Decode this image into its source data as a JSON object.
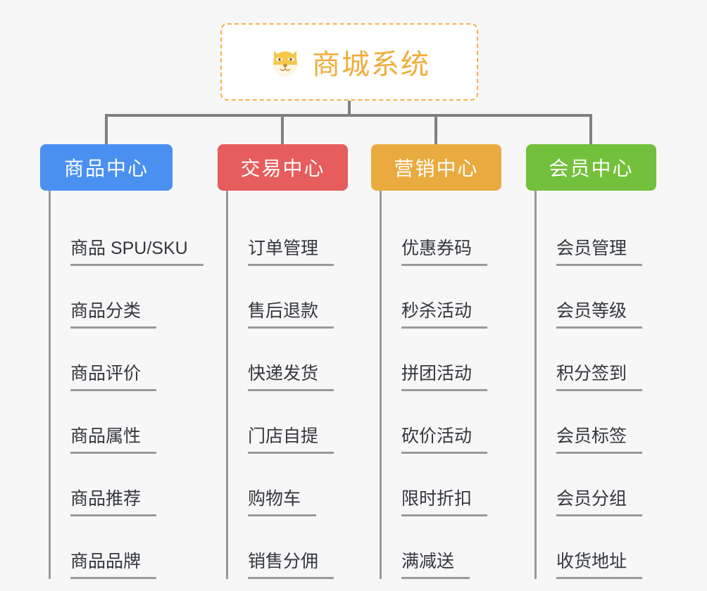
{
  "page": {
    "background_color": "#f7f7f7",
    "line_color": "#9a9a9a"
  },
  "root": {
    "title": "商城系统",
    "icon": "dog-face-icon",
    "icon_glyph": "🐕",
    "text_color": "#f0ad3c",
    "border_color": "#f2b24a",
    "background_color": "#ffffff"
  },
  "branches": [
    {
      "label": "商品中心",
      "color": "#4a90f0",
      "items": [
        "商品 SPU/SKU",
        "商品分类",
        "商品评价",
        "商品属性",
        "商品推荐",
        "商品品牌"
      ]
    },
    {
      "label": "交易中心",
      "color": "#e75c5c",
      "items": [
        "订单管理",
        "售后退款",
        "快递发货",
        "门店自提",
        "购物车",
        "销售分佣"
      ]
    },
    {
      "label": "营销中心",
      "color": "#e9ab3f",
      "items": [
        "优惠券码",
        "秒杀活动",
        "拼团活动",
        "砍价活动",
        "限时折扣",
        "满减送"
      ]
    },
    {
      "label": "会员中心",
      "color": "#73c03c",
      "items": [
        "会员管理",
        "会员等级",
        "积分签到",
        "会员标签",
        "会员分组",
        "收货地址"
      ]
    }
  ]
}
